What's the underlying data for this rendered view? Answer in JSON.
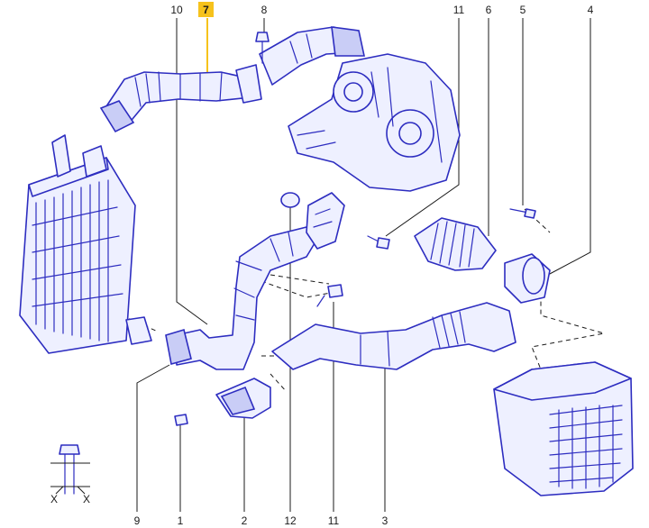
{
  "diagram": {
    "callouts": [
      {
        "label": "10"
      },
      {
        "label": "7",
        "highlighted": true
      },
      {
        "label": "8"
      },
      {
        "label": "11"
      },
      {
        "label": "6"
      },
      {
        "label": "5"
      },
      {
        "label": "4"
      },
      {
        "label": "9"
      },
      {
        "label": "1"
      },
      {
        "label": "2"
      },
      {
        "label": "12"
      },
      {
        "label": "11"
      },
      {
        "label": "3"
      }
    ],
    "symbol_label": "X",
    "colors": {
      "line_art": "#2d2dc0",
      "part_fill": "#eef0ff",
      "highlight": "#f6c21c"
    }
  }
}
